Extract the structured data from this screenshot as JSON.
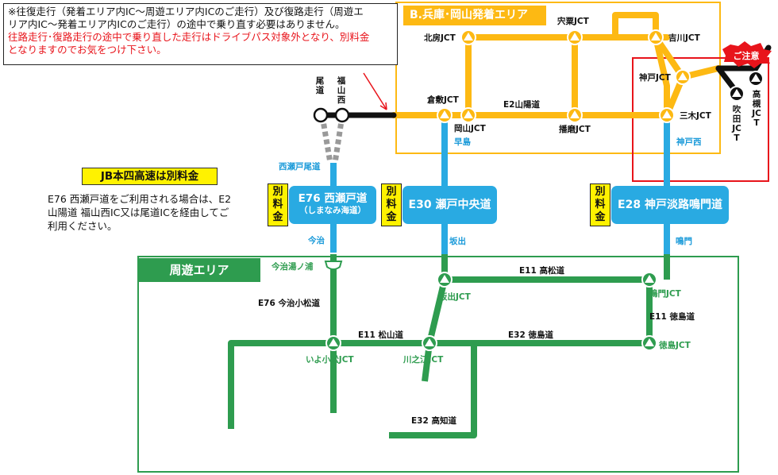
{
  "notes": {
    "line1": "※往復走行（発着エリア内IC～周遊エリア内ICのご走行）及び復路走行（周遊エ",
    "line2": "リア内IC～発着エリア内ICのご走行）の途中で乗り直す必要はありません。",
    "line3": "往路走行･復路走行の途中で乗り直した走行はドライブパス対象外となり、別料金",
    "line4": "となりますのでお気をつけ下さい。"
  },
  "jb": {
    "title": "JB本四高速は別料金",
    "line1": "E76 西瀬戸道をご利用される場合は、E2",
    "line2": "山陽道 福山西IC又は尾道ICを経由してご",
    "line3": "利用ください。"
  },
  "areas": {
    "b_title": "B.兵庫･岡山発着エリア",
    "shuyu_title": "周遊エリア",
    "caution": "ご注意"
  },
  "expressways": {
    "e76_name": "E76 西瀬戸道",
    "e76_sub": "（しまなみ海道）",
    "e30_name": "E30 瀬戸中央道",
    "e28_name": "E28 神戸淡路鳴門道",
    "separate_fee": "別料金"
  },
  "labels": {
    "onomichi": "尾道",
    "fukuyama_nishi": "福山西",
    "kitafusa": "北房JCT",
    "shiso": "宍粟JCT",
    "yokawa": "吉川JCT",
    "kobe": "神戸JCT",
    "miki": "三木JCT",
    "kurashiki": "倉敷JCT",
    "okayama": "岡山JCT",
    "harima": "播磨JCT",
    "e2": "E2山陽道",
    "takatsuki": "高槻JCT",
    "suita": "吹田JCT",
    "hayashima": "早島",
    "kobe_nishi": "神戸西",
    "nishiseto_onomichi": "西瀬戸尾道",
    "imabari": "今治",
    "sakaide": "坂出",
    "naruto": "鳴門",
    "imabari_yunoura": "今治湯ノ浦",
    "e76_imabari_komatsu": "E76 今治小松道",
    "sakaide_jct": "坂出JCT",
    "e11_takamatsu": "E11 高松道",
    "naruto_jct": "鳴門JCT",
    "e11_tokushima": "E11 徳島道",
    "e11_matsuyama": "E11 松山道",
    "e32_tokushima": "E32 徳島道",
    "iyo_komatsu": "いよ小松JCT",
    "kawanoe": "川之江JCT",
    "tokushima_jct": "徳島JCT",
    "e32_kochi": "E32 高知道"
  },
  "colors": {
    "hub_area": "#fdb913",
    "shuyu_area": "#2e9c4f",
    "honshi": "#29aae2",
    "caution": "#e8141b",
    "separate": "#fff200"
  }
}
